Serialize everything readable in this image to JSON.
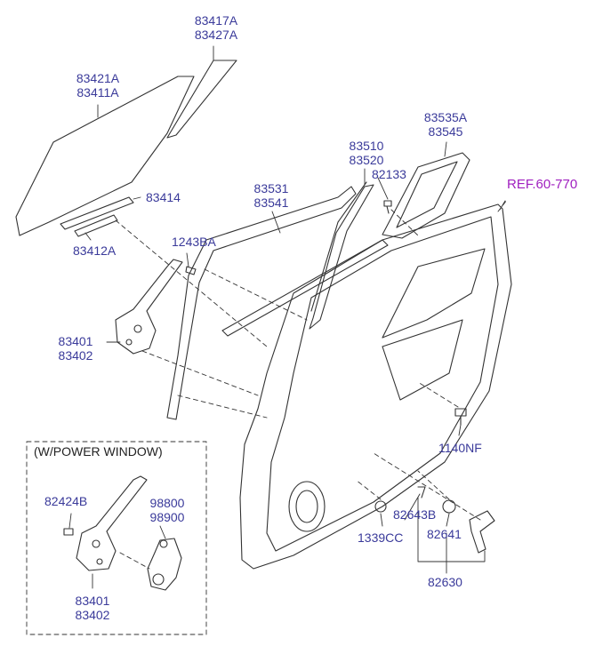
{
  "diagram": {
    "ref_label": "REF.60-770",
    "inset_title": "(W/POWER WINDOW)",
    "colors": {
      "label": "#3a3a9a",
      "ref": "#a020c0",
      "line": "#333333"
    },
    "parts": {
      "glass_quarter": [
        "83417A",
        "83427A"
      ],
      "glass_main": [
        "83421A",
        "83411A"
      ],
      "run_channel_lower": "83414",
      "run_channel_upper": "83412A",
      "bolt_1243": "1243BA",
      "regulator": [
        "83401",
        "83402"
      ],
      "channel_front": [
        "83531",
        "83541"
      ],
      "channel_rear": [
        "83510",
        "83520"
      ],
      "delta_screw": "82133",
      "quarter_seal": [
        "83535A",
        "83545"
      ],
      "bolt_1140": "1140NF",
      "clip_82643": "82643B",
      "nut_1339": "1339CC",
      "handle_82641": "82641",
      "handle_assy": "82630",
      "pw_bolt": "82424B",
      "pw_motor": [
        "98800",
        "98900"
      ],
      "pw_regulator": [
        "83401",
        "83402"
      ]
    }
  }
}
